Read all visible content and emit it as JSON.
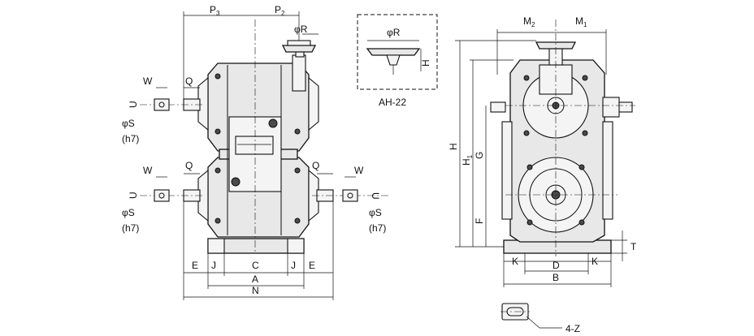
{
  "labels": {
    "P3": "P",
    "P3_sub": "3",
    "P2": "P",
    "P2_sub": "2",
    "phiR": "φR",
    "W": "W",
    "Q": "Q",
    "U": "U",
    "phiS": "φS",
    "h7": "(h7)",
    "E": "E",
    "J": "J",
    "C": "C",
    "A": "A",
    "N": "N",
    "inset_phiR": "φR",
    "inset_H": "H",
    "inset_caption": "AH-22",
    "M2": "M",
    "M2_sub": "2",
    "M1": "M",
    "M1_sub": "1",
    "H": "H",
    "H1": "H",
    "H1_sub": "1",
    "G": "G",
    "F": "F",
    "T": "T",
    "K": "K",
    "D": "D",
    "B": "B",
    "Z4": "4-Z"
  }
}
